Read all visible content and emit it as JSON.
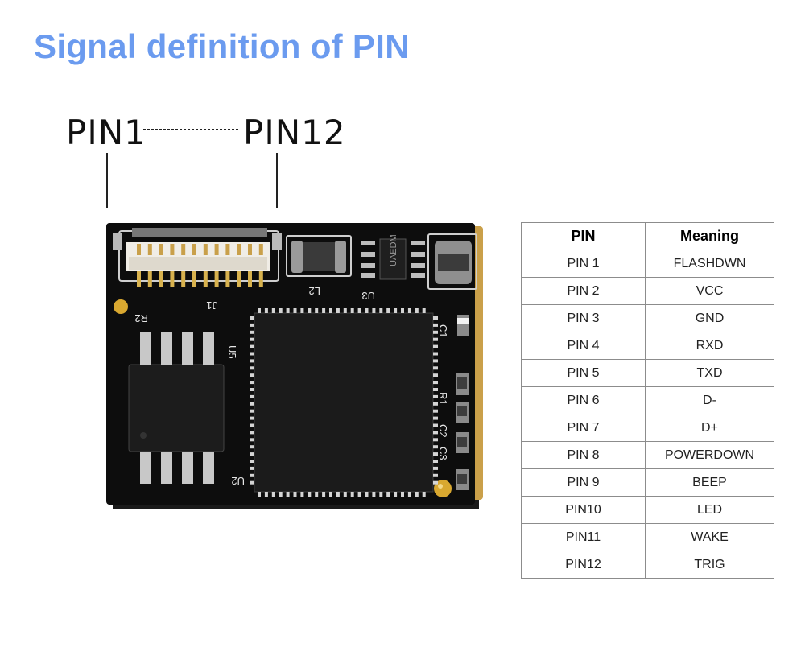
{
  "title": "Signal definition of PIN",
  "pin_first_label": "PIN1",
  "pin_last_label": "PIN12",
  "board": {
    "silkscreen": [
      "J1",
      "R2",
      "U5",
      "L2",
      "U3",
      "U2",
      "C1",
      "R1",
      "C2",
      "C3",
      "UAEDM"
    ]
  },
  "table": {
    "headers": [
      "PIN",
      "Meaning"
    ],
    "rows": [
      [
        "PIN 1",
        "FLASHDWN"
      ],
      [
        "PIN 2",
        "VCC"
      ],
      [
        "PIN 3",
        "GND"
      ],
      [
        "PIN 4",
        "RXD"
      ],
      [
        "PIN 5",
        "TXD"
      ],
      [
        "PIN 6",
        "D-"
      ],
      [
        "PIN 7",
        "D+"
      ],
      [
        "PIN 8",
        "POWERDOWN"
      ],
      [
        "PIN 9",
        "BEEP"
      ],
      [
        "PIN10",
        "LED"
      ],
      [
        "PIN11",
        "WAKE"
      ],
      [
        "PIN12",
        "TRIG"
      ]
    ]
  }
}
